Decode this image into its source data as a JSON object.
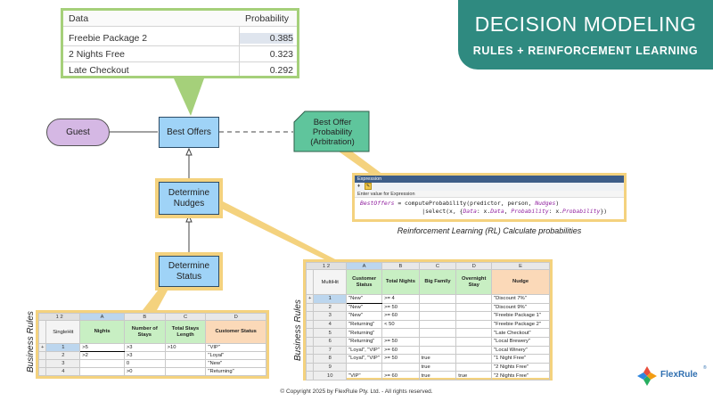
{
  "banner": {
    "title": "DECISION MODELING",
    "subtitle": "RULES + REINFORCEMENT LEARNING",
    "color": "#2f8a80"
  },
  "probability_table": {
    "headers": [
      "Data",
      "Probability"
    ],
    "rows": [
      {
        "data": "Freebie Package 2",
        "probability": "0.385"
      },
      {
        "data": "2 Nights Free",
        "probability": "0.323"
      },
      {
        "data": "Late Checkout",
        "probability": "0.292"
      }
    ]
  },
  "nodes": {
    "guest": "Guest",
    "best_offers": "Best Offers",
    "arbitration": "Best Offer Probability (Arbitration)",
    "determine_nudges": "Determine Nudges",
    "determine_status": "Determine Status"
  },
  "expression": {
    "title": "Expression",
    "hint": "Enter value for Expression",
    "line1_var": "BestOffers",
    "line1_rest": " = computeProbability(predictor, person, ",
    "line1_kw": "Nudges",
    "line1_end": ")",
    "line2_pre": "                  |select(x, {",
    "line2_data": "Data",
    "line2_mid": ": x.",
    "line2_data2": "Data",
    "line2_sep": ", ",
    "line2_prob": "Probability",
    "line2_mid2": ": x.",
    "line2_prob2": "Probability",
    "line2_end": "})",
    "caption": "Reinforcement Learning (RL) Calculate probabilities"
  },
  "status_table": {
    "label": "Business Rules",
    "levels": [
      "1",
      "2"
    ],
    "col_letters": [
      "A",
      "B",
      "C",
      "D"
    ],
    "hit_policy": "SingleHit",
    "headers": [
      "Nights",
      "Number of Stays",
      "Total Stays Length",
      "Customer Status"
    ],
    "rows": [
      [
        "1",
        ">5",
        ">3",
        ">10",
        "\"VIP\""
      ],
      [
        "2",
        ">2",
        ">3",
        "",
        "\"Loyal\""
      ],
      [
        "3",
        "",
        "0",
        "",
        "\"New\""
      ],
      [
        "4",
        "",
        ">0",
        "",
        "\"Returning\""
      ]
    ]
  },
  "nudge_table": {
    "label": "Business Rules",
    "levels": [
      "1",
      "2"
    ],
    "col_letters": [
      "A",
      "B",
      "C",
      "D",
      "E"
    ],
    "hit_policy": "MultiHit",
    "headers": [
      "Customer Status",
      "Total Nights",
      "Big Family",
      "Overnight Stay",
      "Nudge"
    ],
    "rows": [
      [
        "1",
        "\"New\"",
        ">= 4",
        "",
        "",
        "\"Discount 7%\""
      ],
      [
        "2",
        "\"New\"",
        ">= 50",
        "",
        "",
        "\"Discount 9%\""
      ],
      [
        "3",
        "\"New\"",
        ">= 60",
        "",
        "",
        "\"Freebie Package 1\""
      ],
      [
        "4",
        "\"Returning\"",
        "< 50",
        "",
        "",
        "\"Freebie Package 2\""
      ],
      [
        "5",
        "\"Returning\"",
        "",
        "",
        "",
        "\"Late Checkout\""
      ],
      [
        "6",
        "\"Returning\"",
        ">= 50",
        "",
        "",
        "\"Local Brewery\""
      ],
      [
        "7",
        "\"Loyal\", \"VIP\"",
        ">= 60",
        "",
        "",
        "\"Local Winery\""
      ],
      [
        "8",
        "\"Loyal\", \"VIP\"",
        ">= 50",
        "true",
        "",
        "\"1 Night Free\""
      ],
      [
        "9",
        "",
        "",
        "true",
        "",
        "\"2 Nights Free\""
      ],
      [
        "10",
        "\"VIP\"",
        ">= 60",
        "true",
        "true",
        "\"2 Nights Free\""
      ]
    ]
  },
  "copyright": "© Copyright 2025 by FlexRule Pty. Ltd. - All rights reserved.",
  "logo": {
    "text": "FlexRule",
    "reg": "®"
  },
  "colors": {
    "highlight": "#f4d27e",
    "green_frame": "#a5d07a",
    "node_blue": "#9fd3f7",
    "guest": "#d5b8e4",
    "arbitration": "#5fc59c"
  }
}
